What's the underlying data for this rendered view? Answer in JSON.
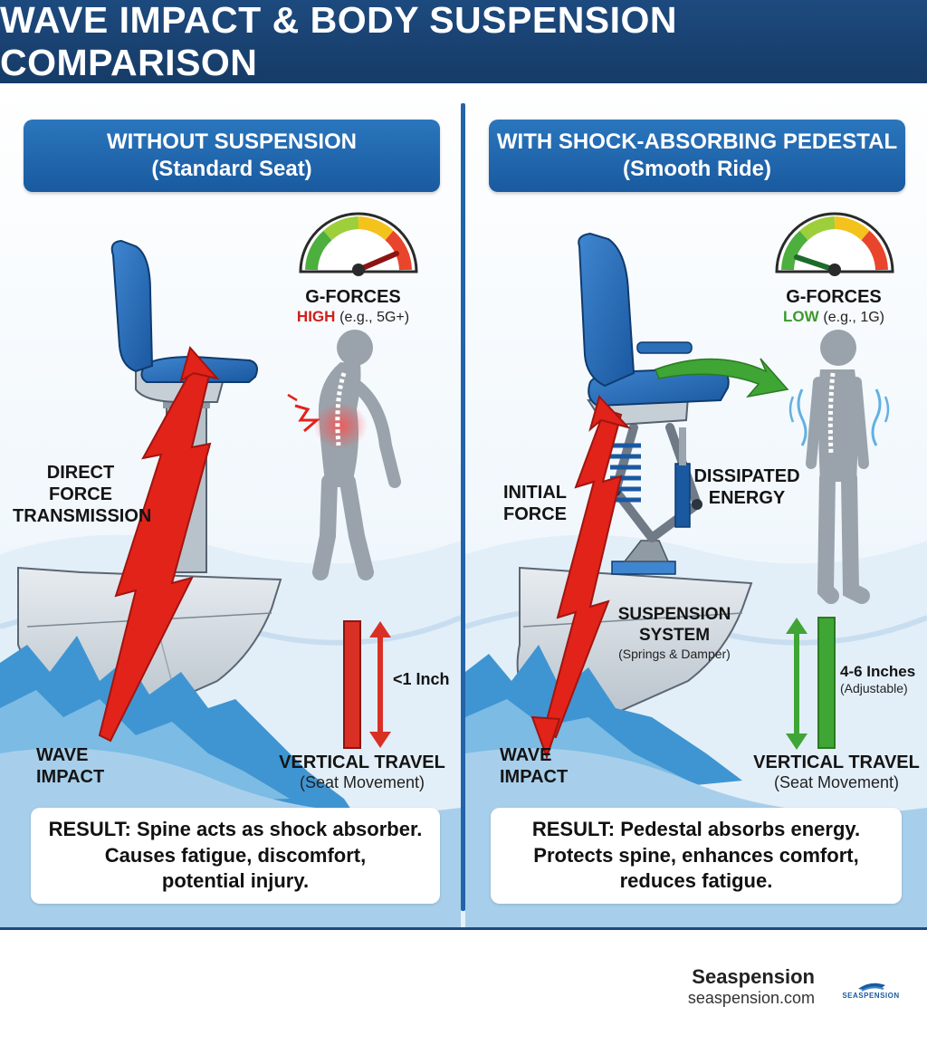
{
  "title": "WAVE IMPACT & BODY SUSPENSION COMPARISON",
  "left": {
    "title": "WITHOUT SUSPENSION",
    "subtitle": "(Standard Seat)",
    "gforces_label": "G-FORCES",
    "gforces_level": "HIGH",
    "gforces_example": "(e.g., 5G+)",
    "force_label_1": "DIRECT",
    "force_label_2": "FORCE",
    "force_label_3": "TRANSMISSION",
    "impact_label_1": "WAVE",
    "impact_label_2": "IMPACT",
    "travel_value": "<1 Inch",
    "travel_label": "VERTICAL TRAVEL",
    "travel_sub": "(Seat Movement)",
    "result_1": "RESULT: Spine acts as shock absorber.",
    "result_2": "Causes fatigue, discomfort,",
    "result_3": "potential injury."
  },
  "right": {
    "title": "WITH SHOCK-ABSORBING PEDESTAL",
    "subtitle": "(Smooth Ride)",
    "gforces_label": "G-FORCES",
    "gforces_level": "LOW",
    "gforces_example": "(e.g., 1G)",
    "force_label_1": "INITIAL",
    "force_label_2": "FORCE",
    "energy_label_1": "DISSIPATED",
    "energy_label_2": "ENERGY",
    "suspension_label_1": "SUSPENSION",
    "suspension_label_2": "SYSTEM",
    "suspension_sub": "(Springs & Damper)",
    "impact_label_1": "WAVE",
    "impact_label_2": "IMPACT",
    "travel_value": "4-6 Inches",
    "travel_value_sub": "(Adjustable)",
    "travel_label": "VERTICAL TRAVEL",
    "travel_sub": "(Seat Movement)",
    "result_1": "RESULT: Pedestal absorbs energy.",
    "result_2": "Protects spine, enhances comfort,",
    "result_3": "reduces fatigue."
  },
  "footer": {
    "brand": "Seaspension",
    "url": "seaspension.com",
    "logo_text": "SEASPENSION"
  },
  "colors": {
    "header": "#1d4a7e",
    "panel": "#1a5a9f",
    "force_arrow": "#e2231a",
    "low_arrow": "#3fa535",
    "high_text": "#d0201a",
    "low_text": "#3c9a2e"
  }
}
